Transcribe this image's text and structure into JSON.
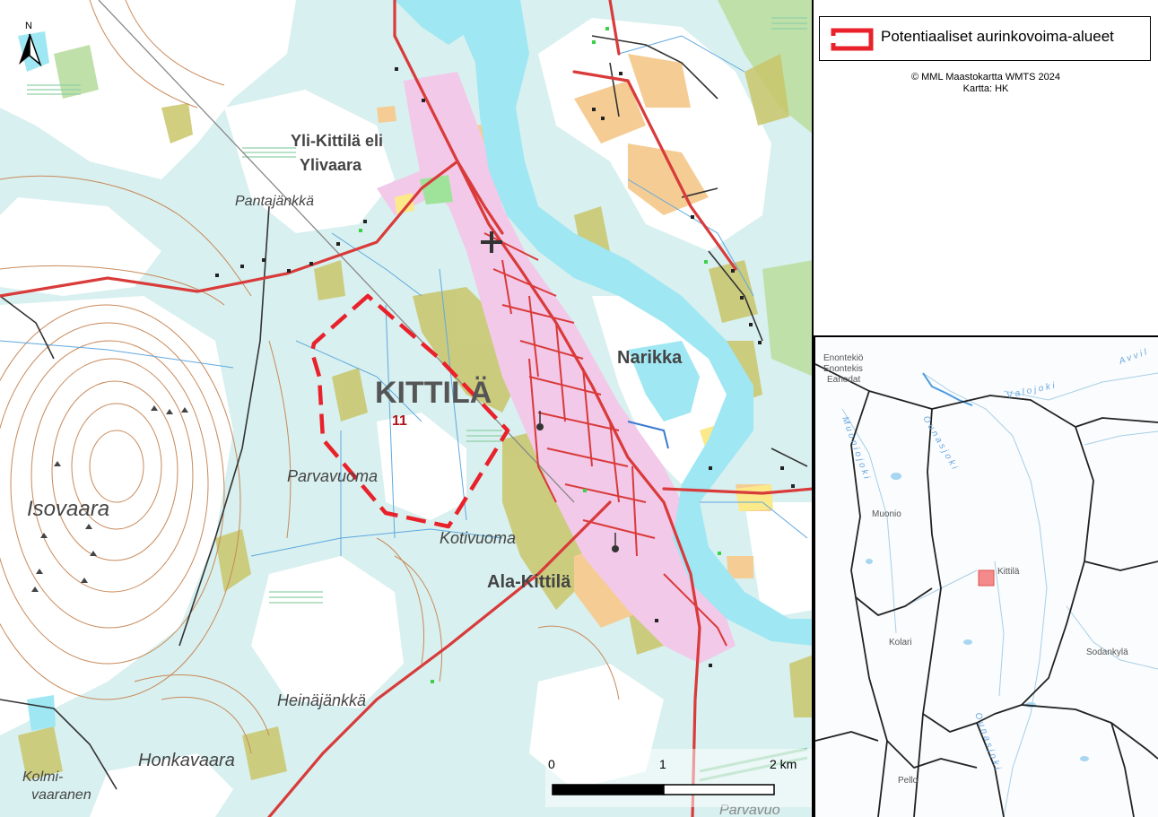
{
  "legend": {
    "label": "Potentiaaliset aurinkovoima-alueet",
    "symbol": "red-dashed-outline",
    "color": "#e8212a"
  },
  "credits": {
    "line1": "© MML Maastokartta WMTS 2024",
    "line2": "Kartta: HK"
  },
  "main_map": {
    "north_label": "N",
    "area_name": "KITTILÄ",
    "area_number": "11",
    "places": {
      "yli_kittila": "Yli-Kittilä eli",
      "ylivaara": "Ylivaara",
      "pantajankka": "Pantajänkkä",
      "narikka": "Narikka",
      "parvavuoma": "Parvavuoma",
      "kotivuoma": "Kotivuoma",
      "ala_kittila": "Ala-Kittilä",
      "isovaara": "Isovaara",
      "heinajankka": "Heinäjänkkä",
      "honkavaara": "Honkavaara",
      "kolmi": "Kolmi-",
      "vaaranen": "vaaranen",
      "parvavuoma_edge": "Parvavuo"
    },
    "scale": {
      "t0": "0",
      "t1": "1",
      "t2": "2 km"
    },
    "colors": {
      "water": "#9ee7f3",
      "wetland": "#d8f0ef",
      "forest": "#bfe0a9",
      "urban": "#f2c9e8",
      "road": "#d93a3a",
      "contour": "#c8895a",
      "field": "#f5cd94"
    }
  },
  "inset_map": {
    "places": {
      "enontekio": "Enontekiö",
      "enontekis": "Enontekis",
      "eanodat": "Eanodat",
      "muonio": "Muonio",
      "kittila": "Kittilä",
      "kolari": "Kolari",
      "sodankyla": "Sodankylä",
      "pello": "Pello"
    },
    "rivers": {
      "valojoki": "V a l o j o k i",
      "ounasjoki": "O u n a s j o k i",
      "ounasjoki2": "O u n a s j o k i",
      "muoniojoki": "M u o n i o j o k i",
      "avvil": "A v v i l"
    },
    "marker_color": "#f48a8a"
  }
}
